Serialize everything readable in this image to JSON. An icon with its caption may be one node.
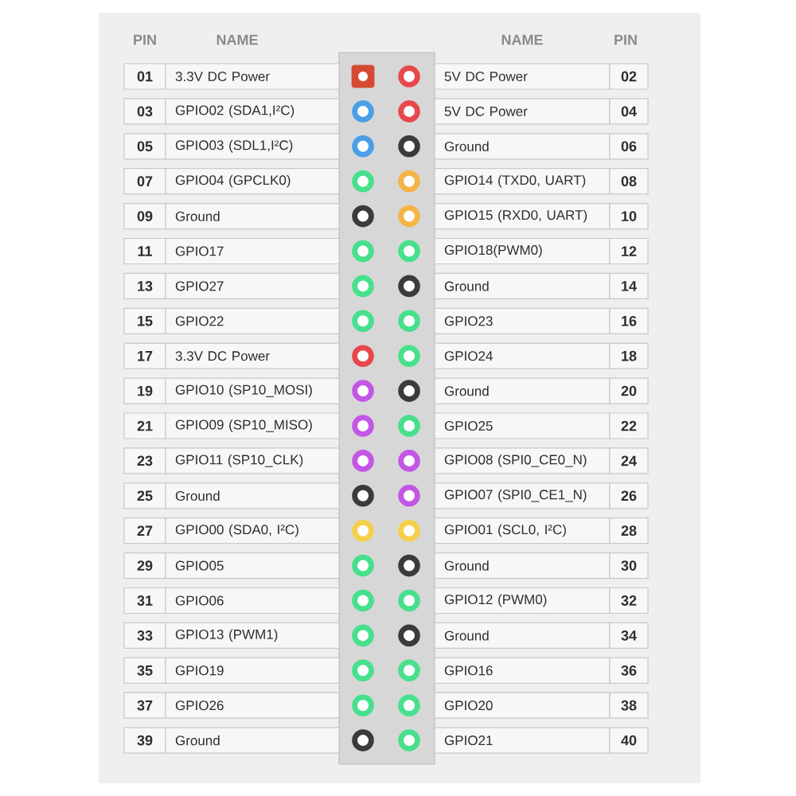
{
  "diagram": {
    "labels": [
      "PIN",
      "NAME",
      "NAME",
      "PIN",
      "01",
      "3.3V DC Power",
      "5V DC Power",
      "02",
      "03",
      "GPIO02 (SDA1,I²C)",
      "5V DC Power",
      "04",
      "05",
      "GPIO03 (SDL1,I²C)",
      "Ground",
      "06",
      "07",
      "GPIO04 (GPCLK0)",
      "GPIO14 (TXD0, UART)",
      "08",
      "09",
      "Ground",
      "GPIO15 (RXD0, UART)",
      "10",
      "11",
      "GPIO17",
      "GPIO18(PWM0)",
      "12",
      "13",
      "GPIO27",
      "Ground",
      "14",
      "15",
      "GPIO22",
      "GPIO23",
      "16",
      "17",
      "3.3V DC Power",
      "GPIO24",
      "18",
      "19",
      "GPIO10 (SP10_MOSI)",
      "Ground",
      "20",
      "21",
      "GPIO09 (SP10_MISO)",
      "GPIO25",
      "22",
      "23",
      "GPIO11 (SP10_CLK)",
      "GPIO08 (SPI0_CE0_N)",
      "24",
      "25",
      "Ground",
      "GPIO07 (SPI0_CE1_N)",
      "26",
      "27",
      "GPIO00 (SDA0, I²C)",
      "GPIO01 (SCL0, I²C)",
      "28",
      "29",
      "GPIO05",
      "Ground",
      "30",
      "31",
      "GPIO06",
      "GPIO12 (PWM0)",
      "32",
      "33",
      "GPIO13 (PWM1)",
      "Ground",
      "34",
      "35",
      "GPIO19",
      "GPIO16",
      "36",
      "37",
      "GPIO26",
      "GPIO20",
      "38",
      "39",
      "Ground",
      "GPIO21",
      "40"
    ]
  }
}
